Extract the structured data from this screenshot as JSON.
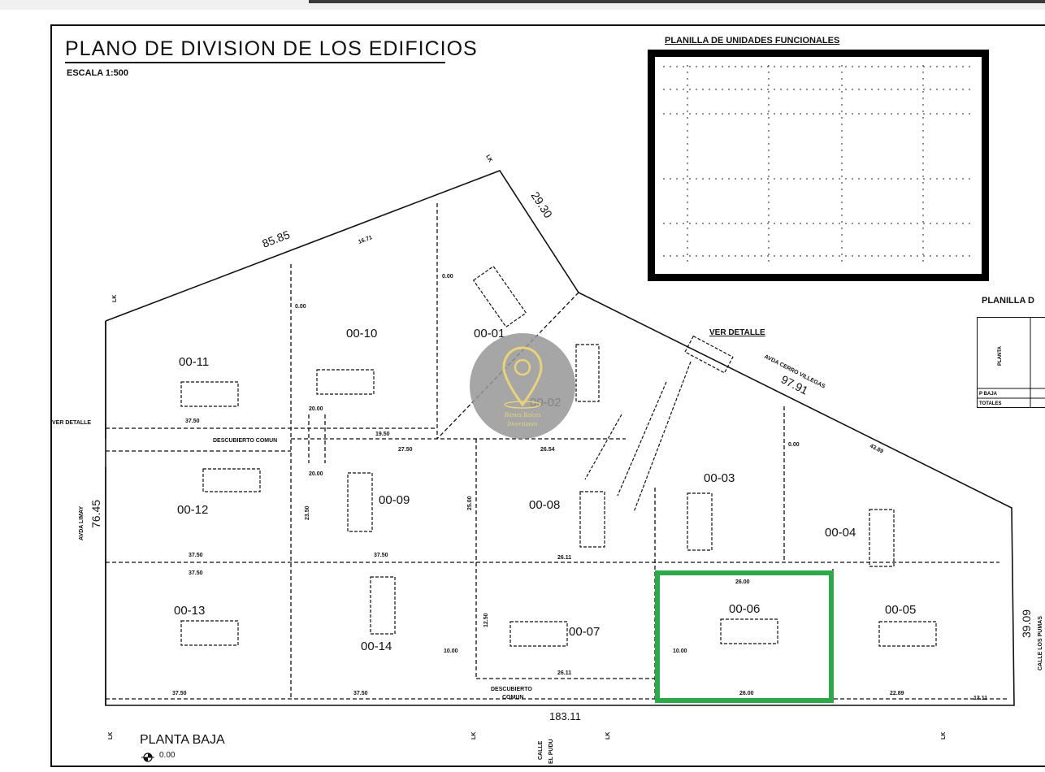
{
  "title": "PLANO DE DIVISION DE LOS EDIFICIOS",
  "scale": "ESCALA 1:500",
  "schedule_title": "PLANILLA DE UNIDADES FUNCIONALES",
  "schedule2_title": "PLANILLA D",
  "schedule2_rows": [
    "PLANTA",
    "P BAJA",
    "TOTALES"
  ],
  "floor_label": "PLANTA BAJA",
  "level": "0.00",
  "watermark": {
    "line1": "Bienes Raíces",
    "line2": "Inversiones"
  },
  "highlight_color": "#2fa84b",
  "units": [
    {
      "id": "00-01",
      "label": "00-01"
    },
    {
      "id": "00-02",
      "label": "00-02"
    },
    {
      "id": "00-03",
      "label": "00-03"
    },
    {
      "id": "00-04",
      "label": "00-04"
    },
    {
      "id": "00-05",
      "label": "00-05"
    },
    {
      "id": "00-06",
      "label": "00-06"
    },
    {
      "id": "00-07",
      "label": "00-07"
    },
    {
      "id": "00-08",
      "label": "00-08"
    },
    {
      "id": "00-09",
      "label": "00-09"
    },
    {
      "id": "00-10",
      "label": "00-10"
    },
    {
      "id": "00-11",
      "label": "00-11"
    },
    {
      "id": "00-12",
      "label": "00-12"
    },
    {
      "id": "00-13",
      "label": "00-13"
    },
    {
      "id": "00-14",
      "label": "00-14"
    }
  ],
  "streets": {
    "north_west": "85.85",
    "north_east": "29.30",
    "east_diag": "97.91",
    "east_diag_name": "AVDA CERRO VILLEGAS",
    "west": "76.45",
    "west_name": "AVDA LIMAY",
    "south": "183.11",
    "south_name_1": "CALLE",
    "south_name_2": "EL PUDU",
    "east": "39.09",
    "east_name": "CALLE LOS PUMAS"
  },
  "labels": {
    "ver_detalle_left": "VER DETALLE",
    "ver_detalle_right": "VER DETALLE",
    "descubierto_1": "DESCUBIERTO COMUN",
    "descubierto_2a": "DESCUBIERTO",
    "descubierto_2b": "COMUN",
    "lk": "LK"
  },
  "dims": {
    "d_37_50": "37.50",
    "d_27_50": "27.50",
    "d_26_54": "26.54",
    "d_26_11": "26.11",
    "d_26_00": "26.00",
    "d_22_89": "22.89",
    "d_19_50": "19.50",
    "d_20_00": "20.00",
    "d_10_00": "10.00",
    "d_43_89": "43.89",
    "d_16_71": "16.71",
    "d_25_00": "25.00",
    "d_23_50": "23.50",
    "d_12_50": "12.50",
    "d_0_00": "0.00",
    "d_13_11": "13.11"
  }
}
